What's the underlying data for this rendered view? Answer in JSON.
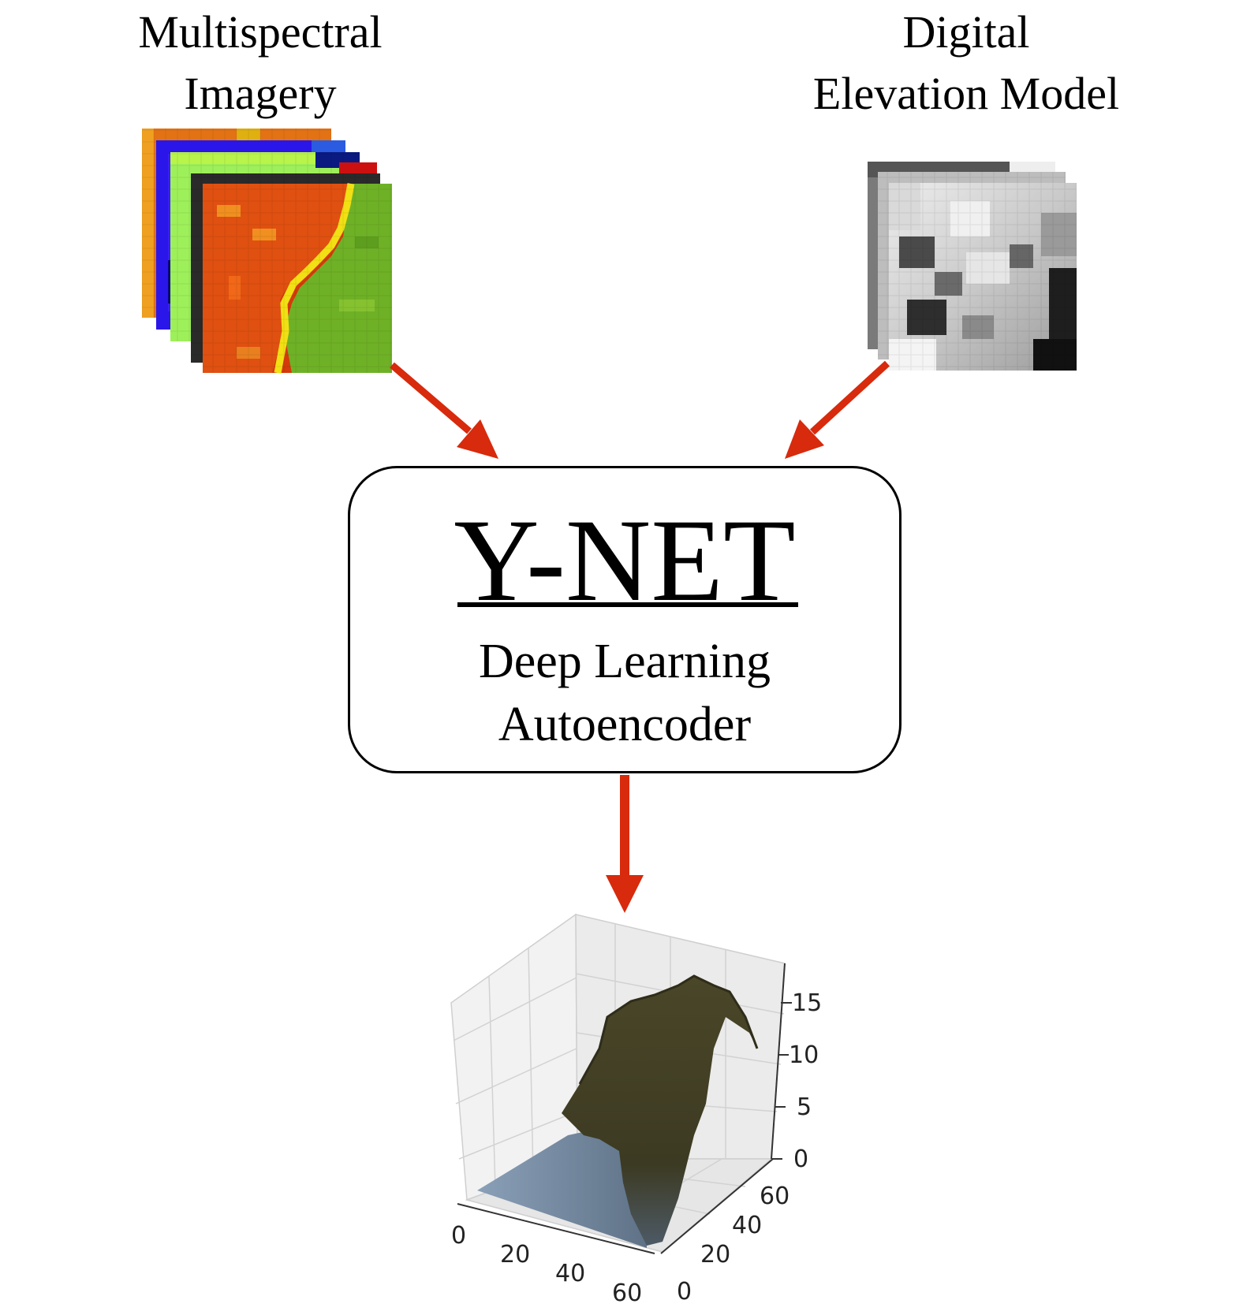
{
  "inputs": {
    "multispectral": {
      "line1": "Multispectral",
      "line2": "Imagery"
    },
    "dem": {
      "line1": "Digital",
      "line2": "Elevation Model"
    }
  },
  "model": {
    "title": "Y-NET",
    "subtitle_line1": "Deep Learning",
    "subtitle_line2": "Autoencoder"
  },
  "output_plot": {
    "x_ticks": [
      "0",
      "20",
      "40",
      "60"
    ],
    "y_ticks": [
      "0",
      "20",
      "40",
      "60"
    ],
    "z_ticks": [
      "0",
      "5",
      "10",
      "15"
    ]
  },
  "colors": {
    "arrow": "#d82a0c",
    "surface_high": "#3f3d24",
    "surface_low": "#7a8fa6"
  }
}
